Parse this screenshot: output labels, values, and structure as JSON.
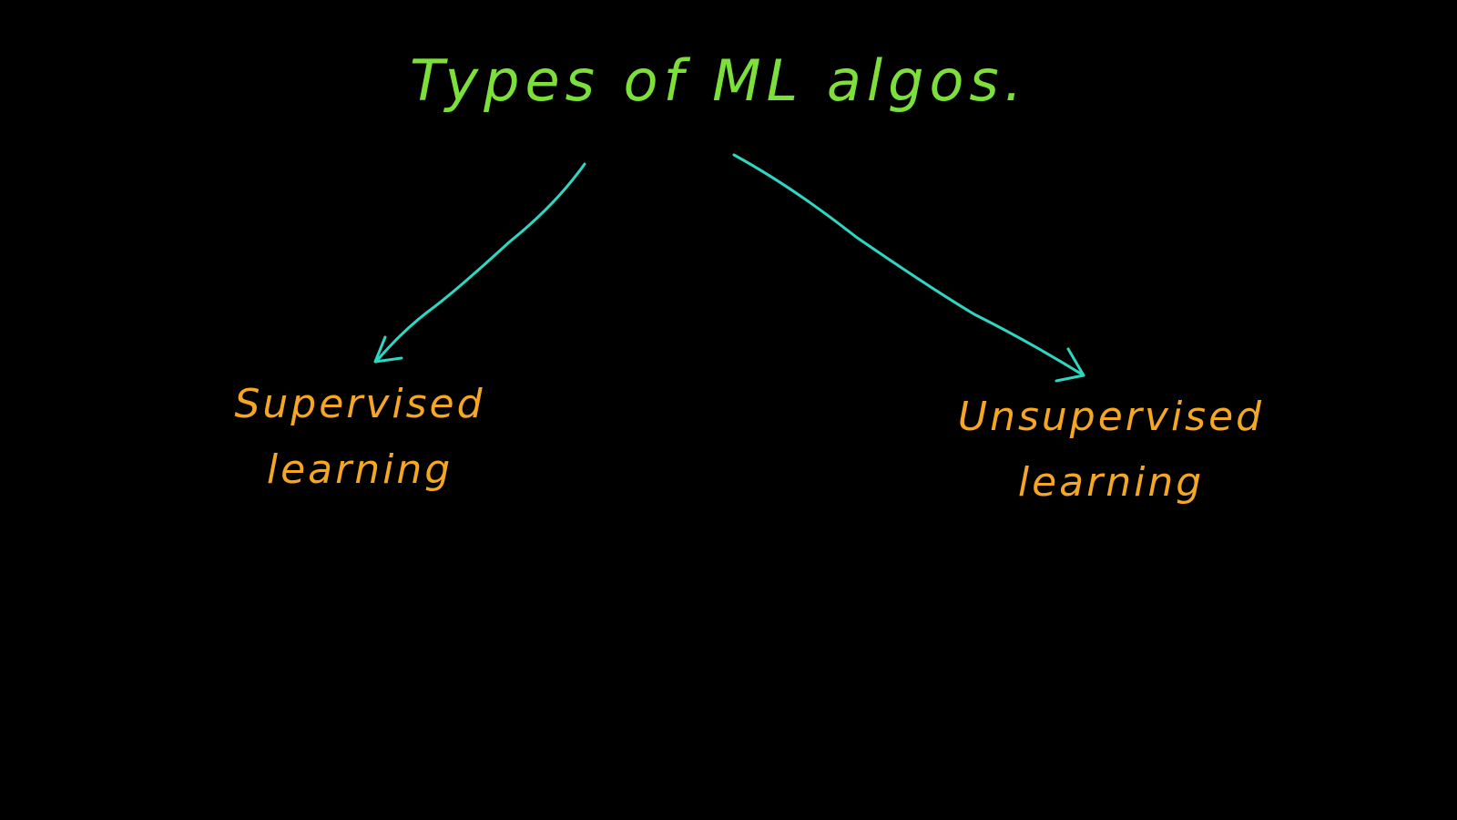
{
  "colors": {
    "background": "#000000",
    "title": "#7de03a",
    "arrow": "#2fd6c2",
    "branch_text": "#f5a623"
  },
  "root": {
    "label": "Types of ML algos."
  },
  "branches": [
    {
      "line1": "Supervised",
      "line2": "learning"
    },
    {
      "line1": "Unsupervised",
      "line2": "learning"
    }
  ]
}
